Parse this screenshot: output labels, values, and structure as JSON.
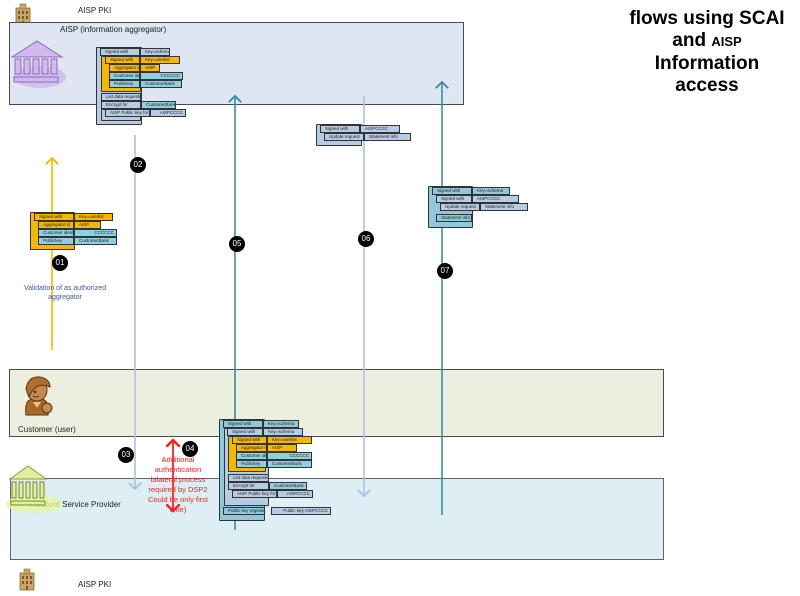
{
  "title": {
    "line1": "flows using SCAI",
    "line2_prefix": "and ",
    "line2_small": "AISP",
    "line3": "Information",
    "line4": "access"
  },
  "pki": {
    "top_label": "AISP PKI",
    "bottom_label": "AISP PKI",
    "icon": "building-icon"
  },
  "lanes": {
    "aisp": {
      "label": "AISP (information aggregator)",
      "icon": "bank-icon",
      "icon_color": "#c9a8e8",
      "background": "#dde6f2"
    },
    "customer": {
      "label": "Customer (user)",
      "icon": "user-avatar-icon",
      "icon_color": "#b87a3c",
      "background": "#ecefdf"
    },
    "asp": {
      "label": "Account Service Provider",
      "icon": "bank-icon",
      "icon_color": "#e6f5a0",
      "background": "#ddeef4"
    }
  },
  "steps": [
    {
      "id": "01",
      "label": "01",
      "direction": "up",
      "color": "#f5b800"
    },
    {
      "id": "02",
      "label": "02",
      "direction": "down",
      "color": "#a9c3e0"
    },
    {
      "id": "03",
      "label": "03",
      "direction": "down",
      "color": "#a9c3e0"
    },
    {
      "id": "04",
      "label": "04",
      "direction": "both",
      "color": "#ff2020"
    },
    {
      "id": "05",
      "label": "05",
      "direction": "up",
      "color": "#3d8ca0"
    },
    {
      "id": "06",
      "label": "06",
      "direction": "down",
      "color": "#a9c3e0"
    },
    {
      "id": "07",
      "label": "07",
      "direction": "up",
      "color": "#3d8ca0"
    }
  ],
  "notes": {
    "validation": [
      "Validation of as authorized",
      "aggregator"
    ],
    "additional_auth": [
      "Additional",
      "authentication",
      "bilateral process",
      "required by DSP2",
      "Could be only first",
      "time)"
    ]
  },
  "block_stacks": {
    "aisp_request": {
      "rows": [
        [
          "Signed with",
          "Key=schema"
        ],
        [
          "Signed with",
          "Key=userlist"
        ],
        [
          "Aggregator id",
          "AISP"
        ],
        [
          "Customer identifier",
          "CCCCCC"
        ],
        [
          "Publickey",
          "CustomerBank"
        ],
        [
          "List data requested",
          ""
        ],
        [
          "Encrypt for",
          "CustomerBank"
        ],
        [
          "AISP Public key for",
          "AISPCCCC"
        ]
      ]
    },
    "step01": {
      "rows": [
        [
          "Signed with",
          "Key=userlist"
        ],
        [
          "Aggregator id",
          "AISP"
        ],
        [
          "Customer identifier",
          "CCCCCC"
        ],
        [
          "Publickey",
          "CustomerBank"
        ]
      ]
    },
    "step06": {
      "rows": [
        [
          "Signed with",
          "AISPCCCC"
        ],
        [
          "Update request",
          "Statement info"
        ]
      ]
    },
    "step07": {
      "rows": [
        [
          "Signed with",
          "Key=schema"
        ],
        [
          "Signed with",
          "AISPCCCC"
        ],
        [
          "Update request",
          "Statement info"
        ],
        [
          "Statement info",
          ""
        ]
      ]
    },
    "asp_request": {
      "rows": [
        [
          "Signed with",
          "Key=schema"
        ],
        [
          "Signed with",
          "Key=schema"
        ],
        [
          "Signed with",
          "Key=userlist"
        ],
        [
          "Aggregator id",
          "AISP"
        ],
        [
          "Customer identifier",
          "CCCCCC"
        ],
        [
          "Publickey",
          "CustomerBank"
        ],
        [
          "List data requested",
          ""
        ],
        [
          "Encrypt for",
          "CustomerBank"
        ],
        [
          "AISP Public key for",
          "AISPCCCC"
        ],
        [
          "Public key registered",
          "Public key AISPCCCC"
        ]
      ]
    }
  }
}
